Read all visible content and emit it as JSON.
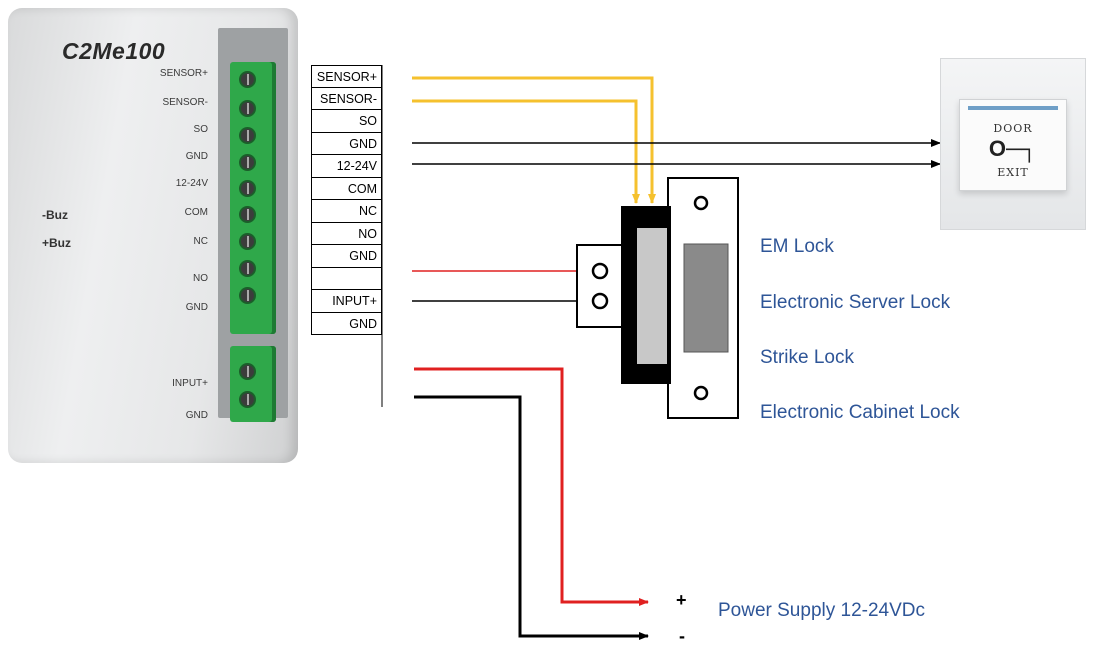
{
  "device": {
    "model": "C2Me100",
    "pins": [
      "SENSOR+",
      "SENSOR-",
      "SO",
      "GND",
      "12-24V",
      "COM",
      "NC",
      "NO",
      "GND",
      "INPUT+",
      "GND"
    ],
    "buz_minus": "-Buz",
    "buz_plus": "+Buz"
  },
  "terminal_table": {
    "rows": [
      "SENSOR+",
      "SENSOR-",
      "SO",
      "GND",
      "12-24V",
      "COM",
      "NC",
      "NO",
      "GND",
      "",
      "INPUT+",
      "GND"
    ]
  },
  "exit_button": {
    "top_text": "DOOR",
    "key_glyph": "O─┐",
    "bottom_text": "EXIT"
  },
  "lock_labels": [
    "EM Lock",
    "Electronic Server Lock",
    "Strike Lock",
    "Electronic Cabinet Lock"
  ],
  "power": {
    "plus": "+",
    "minus": "-",
    "label": "Power Supply 12-24VDc"
  },
  "colors": {
    "sensor_wire": "#f5c12e",
    "positive_wire": "#e02020",
    "ground_wire": "#000000",
    "label_text": "#2e5597"
  }
}
